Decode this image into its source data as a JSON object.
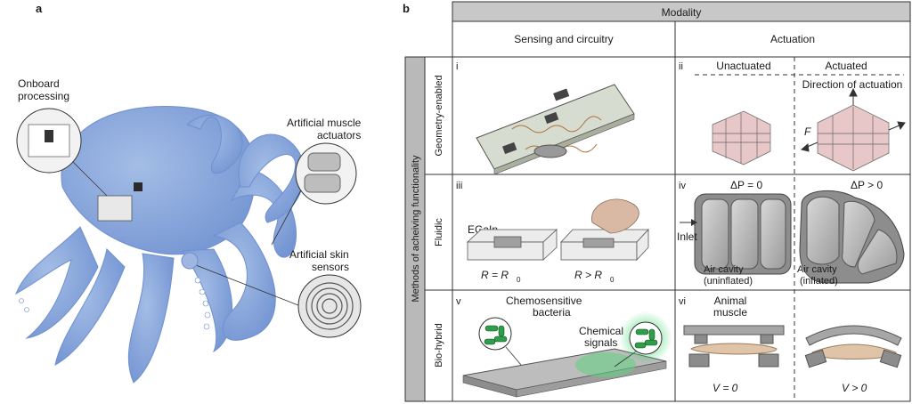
{
  "panel_a": {
    "letter": "a",
    "onboard": [
      "Onboard",
      "processing"
    ],
    "muscle": [
      "Artificial muscle",
      "actuators"
    ],
    "skin": [
      "Artificial skin",
      "sensors"
    ]
  },
  "panel_b": {
    "letter": "b",
    "modality": "Modality",
    "col_sensing": "Sensing and circuitry",
    "col_actuation": "Actuation",
    "side_title": "Methods of acheiving functionality",
    "rows": [
      "Geometry-enabled",
      "Fluidic",
      "Bio-hybrid"
    ],
    "cells": {
      "i": "i",
      "ii": "ii",
      "iii": "iii",
      "iv": "iv",
      "v": "v",
      "vi": "vi",
      "unactuated": "Unactuated",
      "actuated": "Actuated",
      "direction": "Direction of actuation",
      "force": "F",
      "egaln": "EGaIn",
      "r_eq": "R = R",
      "r_gt": "R > R",
      "r_sub": "0",
      "dp0": "ΔP = 0",
      "dpgt": "ΔP > 0",
      "inlet": "Inlet",
      "cavity_un": [
        "Air cavity",
        "(uninflated)"
      ],
      "cavity_in": [
        "Air cavity",
        "(inflated)"
      ],
      "chemo": [
        "Chemosensitive",
        "bacteria"
      ],
      "chemical": [
        "Chemical",
        "signals"
      ],
      "animal": [
        "Animal",
        "muscle"
      ],
      "v0": "V = 0",
      "vgt": "V > 0"
    }
  },
  "colors": {
    "octopus": "#8aa9de",
    "octopus_dark": "#6f8fcf",
    "header_gray": "#c8c8c8",
    "side_gray": "#b9b9b9",
    "bacteria_green": "#2e9e4a",
    "muscle_tan": "#e0c4a8"
  }
}
